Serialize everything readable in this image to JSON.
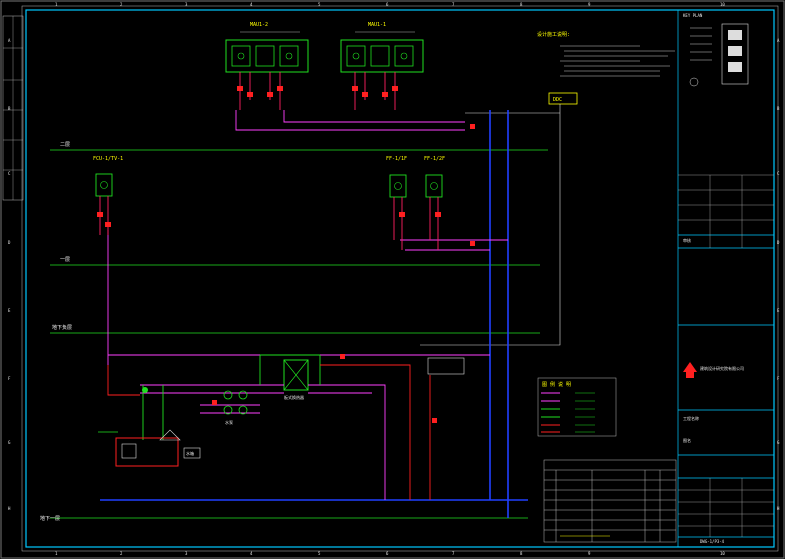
{
  "drawing": {
    "zone_numbers": [
      "1",
      "2",
      "3",
      "4",
      "5",
      "6",
      "7",
      "8",
      "9",
      "10"
    ],
    "zone_letters": [
      "A",
      "B",
      "C",
      "D",
      "E",
      "F",
      "G",
      "H"
    ],
    "units": {
      "mau2": "MAU1-2",
      "mau1": "MAU1-1",
      "fcu_top_left": "FCU-1/TV-1",
      "ff_left": "FF-1/1F",
      "ff_right": "FF-1/2F",
      "ctrl": "DDC",
      "heatex": "板式换热器",
      "tank": "水箱",
      "pump": "水泵"
    },
    "floors": {
      "f2": "二层",
      "f1": "一层",
      "b1": "地下负层",
      "b_bottom": "地下一层"
    },
    "notes_title": "设计施工说明:",
    "legend_title": "图 例 说 明",
    "right_panel": {
      "approval_label": "审核",
      "project_label": "工程名称",
      "drawing_label": "图名",
      "drawing_no": "DWG-1/P3-4",
      "company": "建筑设计研究院有限公司"
    }
  }
}
